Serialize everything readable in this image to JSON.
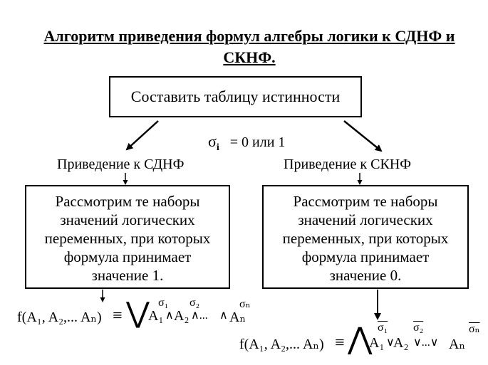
{
  "title": "Алгоритм приведения формул алгебры логики к СДНФ и СКНФ.",
  "top_box": "Составить таблицу истинности",
  "sigma_condition": {
    "sigma": "σ",
    "index": "i",
    "text": "= 0 или 1"
  },
  "left": {
    "heading": "Приведение к СДНФ",
    "box_lines": [
      "Рассмотрим те наборы",
      "значений логических",
      "переменных, при которых",
      "формула принимает",
      "значение 1."
    ]
  },
  "right": {
    "heading": "Приведение к СКНФ",
    "box_lines": [
      "Рассмотрим те наборы",
      "значений логических",
      "переменных, при которых",
      "формула принимает",
      "значение 0."
    ]
  },
  "formula_sdnf": {
    "lhs": "f(A₁, A₂,... Aₙ)",
    "equiv": "≡",
    "big_op": "⋁",
    "var1": "A₁",
    "op1": "∧",
    "var2": "A₂",
    "op2": "∧...",
    "op3": "∧",
    "varn": "Aₙ",
    "sup1": "σ₁",
    "sup2": "σ₂",
    "supn": "σₙ"
  },
  "formula_sknf": {
    "lhs": "f(A₁, A₂,... Aₙ)",
    "equiv": "≡",
    "big_op": "⋀",
    "var1": "A₁",
    "op1": "∨",
    "var2": "A₂",
    "op2": "∨...∨",
    "varn": "Aₙ",
    "sup1": "σ₁",
    "sup2": "σ₂",
    "supn": "σₙ"
  }
}
